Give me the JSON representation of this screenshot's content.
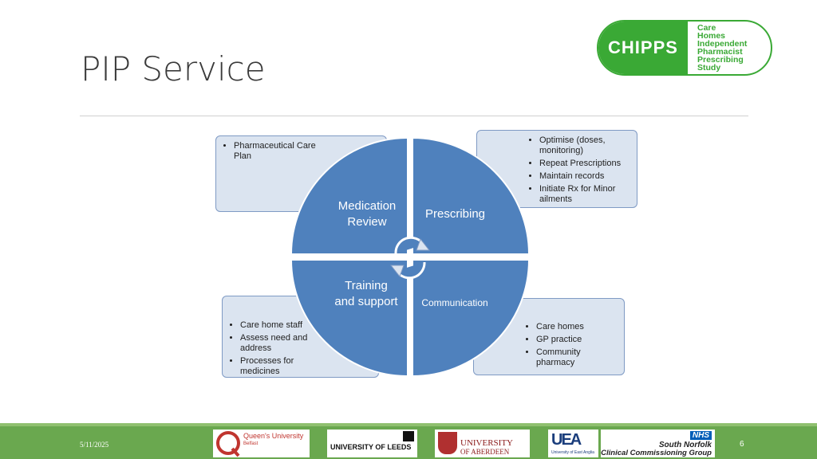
{
  "slide": {
    "title": "PIP Service",
    "date": "5/11/2025",
    "page_number": "6"
  },
  "logo": {
    "name": "CHIPPS",
    "lines": [
      "Care",
      "Homes",
      "Independent",
      "Pharmacist",
      "Prescribing",
      "Study"
    ],
    "color": "#3aa935"
  },
  "diagram": {
    "quadrants": {
      "top_left": "Medication Review",
      "top_right": "Prescribing",
      "bottom_left": "Training and support",
      "bottom_right": "Communication"
    },
    "boxes": {
      "top_left": [
        "Pharmaceutical Care Plan"
      ],
      "top_right": [
        "Optimise (doses, monitoring)",
        "Repeat Prescriptions",
        "Maintain records",
        "Initiate Rx for Minor ailments"
      ],
      "bottom_left": [
        "Care home staff",
        "Assess need and address",
        "Processes for medicines"
      ],
      "bottom_right": [
        "Care homes",
        "GP practice",
        "Community pharmacy"
      ]
    },
    "colors": {
      "quadrant": "#4f81bd",
      "box_fill": "#dbe4f0",
      "box_border": "#7f9ac4"
    }
  },
  "footer": {
    "color": "#6aa84f",
    "logos": {
      "qub": [
        "Queen's University",
        "Belfast"
      ],
      "leeds": "UNIVERSITY OF LEEDS",
      "aberdeen": [
        "UNIVERSITY",
        "OF ABERDEEN"
      ],
      "uea_caption": "University of East Anglia",
      "nhs_badge": "NHS",
      "nhs_line1": "South Norfolk",
      "nhs_line2": "Clinical Commissioning Group"
    }
  }
}
